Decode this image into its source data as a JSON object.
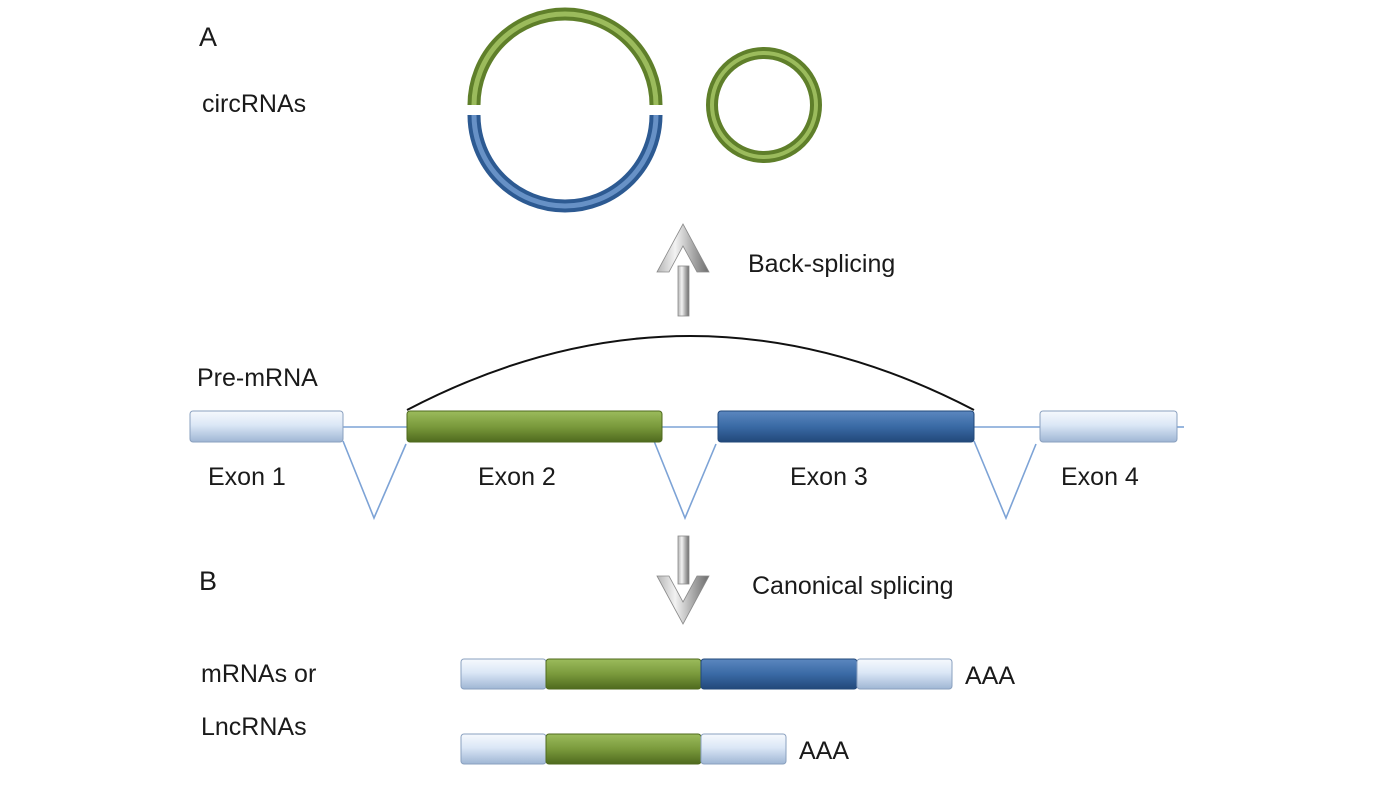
{
  "panels": {
    "a": "A",
    "b": "B"
  },
  "labels": {
    "circrnas": "circRNAs",
    "back_splicing": "Back-splicing",
    "pre_mrna": "Pre-mRNA",
    "canonical_splicing": "Canonical splicing",
    "mrnas_line1": "mRNAs or",
    "mrnas_line2": "LncRNAs"
  },
  "exons": [
    {
      "label": "Exon 1",
      "color": "#d6e4f5"
    },
    {
      "label": "Exon 2",
      "color": "#7a9a3c"
    },
    {
      "label": "Exon 3",
      "color": "#3a6aa5"
    },
    {
      "label": "Exon 4",
      "color": "#d6e4f5"
    }
  ],
  "products": [
    {
      "exons": [
        "Exon 1",
        "Exon 2",
        "Exon 3",
        "Exon 4"
      ],
      "tail": "AAA"
    },
    {
      "exons": [
        "Exon 1",
        "Exon 2",
        "Exon 4"
      ],
      "tail": "AAA"
    }
  ],
  "circles": [
    {
      "segments": [
        "Exon 2",
        "Exon 3"
      ]
    },
    {
      "segments": [
        "Exon 2"
      ]
    }
  ],
  "colors": {
    "green": "#7a9a3c",
    "blue": "#3a6aa5",
    "light": "#d6e4f5",
    "intron": "#7da3d6",
    "arrow": "#9a9a9a"
  }
}
